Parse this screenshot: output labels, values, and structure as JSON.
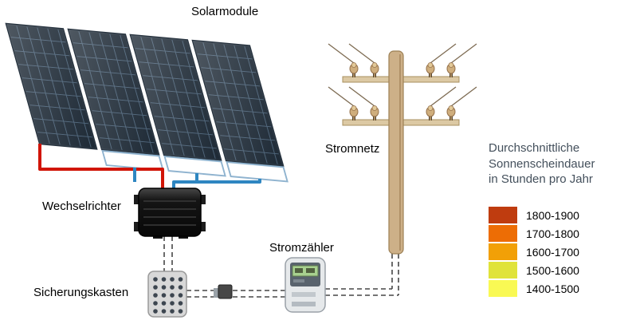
{
  "labels": {
    "solar_modules": "Solarmodule",
    "inverter": "Wechselrichter",
    "fuse_box": "Sicherungskasten",
    "meter": "Stromzähler",
    "grid": "Stromnetz"
  },
  "legend": {
    "title": "Durchschnittliche\nSonnenscheindauer\nin Stunden pro Jahr",
    "items": [
      {
        "range": "1800-1900",
        "color": "#bf3c0f"
      },
      {
        "range": "1700-1800",
        "color": "#ed6d05"
      },
      {
        "range": "1600-1700",
        "color": "#f2a007"
      },
      {
        "range": "1500-1600",
        "color": "#e0e33a"
      },
      {
        "range": "1400-1500",
        "color": "#f9f954"
      }
    ]
  },
  "colors": {
    "wire_dc_red": "#d11507",
    "wire_dc_blue": "#2e86c1",
    "panel": "#1d2935",
    "pole": "#cdb088",
    "dashed_line": "#474747"
  }
}
